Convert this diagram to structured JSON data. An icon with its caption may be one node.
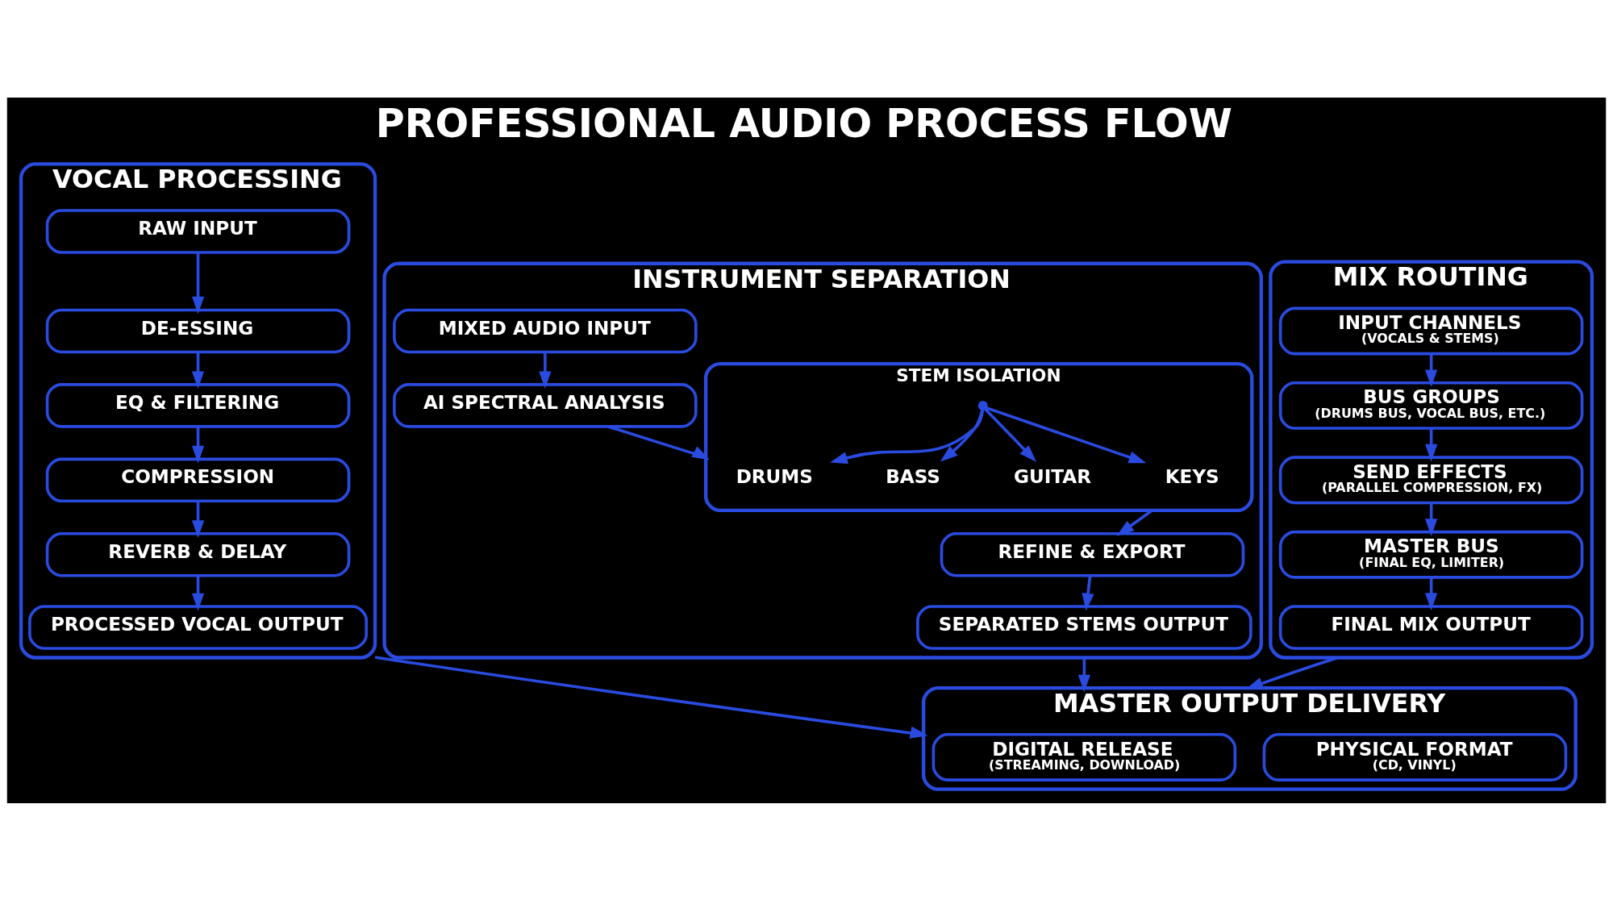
{
  "diagram": {
    "title": "PROFESSIONAL AUDIO PROCESS FLOW",
    "nodes": [
      {
        "text": [
          "VOCAL PROCESSING"
        ]
      },
      {
        "text": [
          "RAW INPUT"
        ],
        "in": 0
      },
      {
        "text": [
          "DE-ESSING"
        ],
        "in": 0
      },
      {
        "text": [
          "EQ & FILTERING"
        ],
        "in": 0
      },
      {
        "text": [
          "COMPRESSION"
        ],
        "in": 0
      },
      {
        "text": [
          "REVERB & DELAY"
        ],
        "in": 0
      },
      {
        "text": [
          "PROCESSED VOCAL OUTPUT"
        ],
        "in": 0
      },
      {
        "text": [
          "INSTRUMENT SEPARATION"
        ]
      },
      {
        "text": [
          "MIXED AUDIO INPUT"
        ],
        "in": 7
      },
      {
        "text": [
          "AI SPECTRAL ANALYSIS"
        ],
        "in": 7
      },
      {
        "text": [
          "STEM ISOLATION"
        ],
        "in": 7
      },
      {
        "text": [
          "DRUMS"
        ],
        "in": 10
      },
      {
        "text": [
          "BASS"
        ],
        "in": 10
      },
      {
        "text": [
          "GUITAR"
        ],
        "in": 10
      },
      {
        "text": [
          "KEYS"
        ],
        "in": 10
      },
      {
        "text": [
          "REFINE & EXPORT"
        ],
        "in": 7
      },
      {
        "text": [
          "SEPARATED STEMS OUTPUT"
        ],
        "in": 7
      },
      {
        "text": [
          "MIX ROUTING"
        ]
      },
      {
        "text": [
          "INPUT CHANNELS",
          "(VOCALS & STEMS)"
        ],
        "in": 17
      },
      {
        "text": [
          "BUS GROUPS",
          "(DRUMS BUS, VOCAL BUS, ETC.)"
        ],
        "in": 17
      },
      {
        "text": [
          "SEND EFFECTS",
          "(PARALLEL COMPRESSION, FX)"
        ],
        "in": 17
      },
      {
        "text": [
          "MASTER BUS",
          "(FINAL EQ, LIMITER)"
        ],
        "in": 17
      },
      {
        "text": [
          "FINAL MIX OUTPUT"
        ],
        "in": 17
      },
      {
        "text": [
          "MASTER OUTPUT DELIVERY"
        ]
      },
      {
        "text": [
          "DIGITAL RELEASE",
          "(STREAMING, DOWNLOAD)"
        ],
        "in": 23
      },
      {
        "text": [
          "PHYSICAL FORMAT",
          "(CD, VINYL)"
        ],
        "in": 23
      }
    ],
    "edges": [
      {
        "from": 1,
        "to": 2,
        "arrow": "to"
      },
      {
        "from": 2,
        "to": 3,
        "arrow": "to"
      },
      {
        "from": 3,
        "to": 4,
        "arrow": "to"
      },
      {
        "from": 4,
        "to": 5,
        "arrow": "to"
      },
      {
        "from": 5,
        "to": 6,
        "arrow": "to"
      },
      {
        "from": 8,
        "to": 9,
        "arrow": "to"
      },
      {
        "from": 9,
        "to": 10,
        "arrow": "to"
      },
      {
        "from": 10,
        "to": 11,
        "arrow": "to"
      },
      {
        "from": 10,
        "to": 12,
        "arrow": "to"
      },
      {
        "from": 10,
        "to": 13,
        "arrow": "to"
      },
      {
        "from": 10,
        "to": 14,
        "arrow": "to"
      },
      {
        "from": 10,
        "to": 15,
        "arrow": "to"
      },
      {
        "from": 15,
        "to": 16,
        "arrow": "to"
      },
      {
        "from": 18,
        "to": 19,
        "arrow": "to"
      },
      {
        "from": 19,
        "to": 20,
        "arrow": "to"
      },
      {
        "from": 20,
        "to": 21,
        "arrow": "to"
      },
      {
        "from": 21,
        "to": 22,
        "arrow": "to"
      },
      {
        "from": 0,
        "to": 23,
        "arrow": "to"
      },
      {
        "from": 7,
        "to": 23,
        "arrow": "to"
      },
      {
        "from": 17,
        "to": 23,
        "arrow": "to"
      }
    ]
  }
}
